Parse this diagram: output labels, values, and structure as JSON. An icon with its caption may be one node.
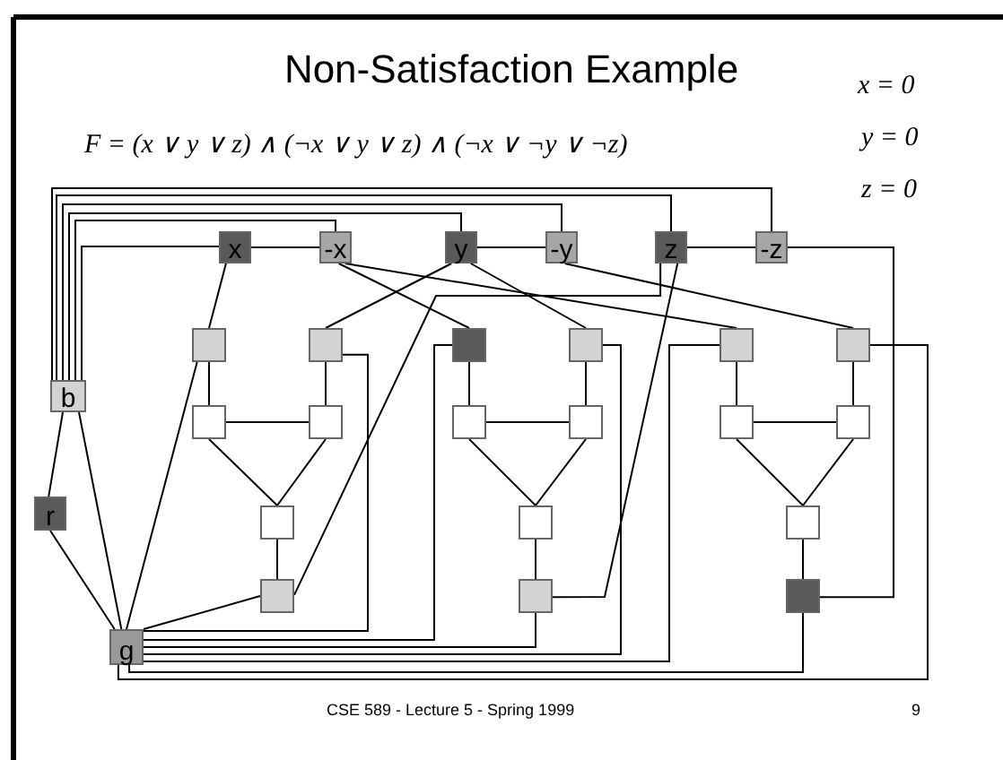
{
  "diagram": {
    "title": "Non-Satisfaction Example",
    "nodes": [
      {
        "text": [
          "x"
        ]
      },
      {
        "text": [
          "-x"
        ]
      },
      {
        "text": [
          "y"
        ]
      },
      {
        "text": [
          "-y"
        ]
      },
      {
        "text": [
          "z"
        ]
      },
      {
        "text": [
          "-z"
        ]
      },
      {
        "text": [],
        "shape": "box"
      },
      {
        "text": [],
        "shape": "box"
      },
      {
        "text": [],
        "shape": "box"
      },
      {
        "text": [],
        "shape": "box"
      },
      {
        "text": [],
        "shape": "box"
      },
      {
        "text": [],
        "shape": "box"
      },
      {
        "text": [
          "b"
        ]
      },
      {
        "text": [],
        "shape": "box"
      },
      {
        "text": [],
        "shape": "box"
      },
      {
        "text": [],
        "shape": "box"
      },
      {
        "text": [],
        "shape": "box"
      },
      {
        "text": [],
        "shape": "box"
      },
      {
        "text": [],
        "shape": "box"
      },
      {
        "text": [
          "r"
        ]
      },
      {
        "text": [],
        "shape": "box"
      },
      {
        "text": [],
        "shape": "box"
      },
      {
        "text": [],
        "shape": "box"
      },
      {
        "text": [],
        "shape": "box"
      },
      {
        "text": [],
        "shape": "box"
      },
      {
        "text": [],
        "shape": "box"
      },
      {
        "text": [
          "g"
        ]
      }
    ],
    "edges": [
      {
        "from": 0,
        "to": 1,
        "arrow": "none"
      },
      {
        "from": 2,
        "to": 3,
        "arrow": "none"
      },
      {
        "from": 4,
        "to": 5,
        "arrow": "none"
      },
      {
        "from": 12,
        "to": 0,
        "arrow": "none"
      },
      {
        "from": 12,
        "to": 1,
        "arrow": "none"
      },
      {
        "from": 12,
        "to": 2,
        "arrow": "none"
      },
      {
        "from": 12,
        "to": 3,
        "arrow": "none"
      },
      {
        "from": 12,
        "to": 4,
        "arrow": "none"
      },
      {
        "from": 12,
        "to": 5,
        "arrow": "none"
      },
      {
        "from": 0,
        "to": 6,
        "arrow": "none"
      },
      {
        "from": 2,
        "to": 7,
        "arrow": "none"
      },
      {
        "from": 1,
        "to": 8,
        "arrow": "none"
      },
      {
        "from": 2,
        "to": 9,
        "arrow": "none"
      },
      {
        "from": 1,
        "to": 10,
        "arrow": "none"
      },
      {
        "from": 3,
        "to": 11,
        "arrow": "none"
      },
      {
        "from": 4,
        "to": 23,
        "arrow": "none"
      },
      {
        "from": 4,
        "to": 24,
        "arrow": "none"
      },
      {
        "from": 5,
        "to": 25,
        "arrow": "none"
      },
      {
        "from": 6,
        "to": 13,
        "arrow": "none"
      },
      {
        "from": 7,
        "to": 14,
        "arrow": "none"
      },
      {
        "from": 13,
        "to": 14,
        "arrow": "none"
      },
      {
        "from": 13,
        "to": 20,
        "arrow": "none"
      },
      {
        "from": 14,
        "to": 20,
        "arrow": "none"
      },
      {
        "from": 8,
        "to": 15,
        "arrow": "none"
      },
      {
        "from": 9,
        "to": 16,
        "arrow": "none"
      },
      {
        "from": 15,
        "to": 16,
        "arrow": "none"
      },
      {
        "from": 15,
        "to": 21,
        "arrow": "none"
      },
      {
        "from": 16,
        "to": 21,
        "arrow": "none"
      },
      {
        "from": 10,
        "to": 17,
        "arrow": "none"
      },
      {
        "from": 11,
        "to": 18,
        "arrow": "none"
      },
      {
        "from": 17,
        "to": 18,
        "arrow": "none"
      },
      {
        "from": 17,
        "to": 22,
        "arrow": "none"
      },
      {
        "from": 18,
        "to": 22,
        "arrow": "none"
      },
      {
        "from": 20,
        "to": 23,
        "arrow": "none"
      },
      {
        "from": 21,
        "to": 24,
        "arrow": "none"
      },
      {
        "from": 22,
        "to": 25,
        "arrow": "none"
      },
      {
        "from": 26,
        "to": 6,
        "arrow": "none"
      },
      {
        "from": 26,
        "to": 7,
        "arrow": "none"
      },
      {
        "from": 26,
        "to": 8,
        "arrow": "none"
      },
      {
        "from": 26,
        "to": 9,
        "arrow": "none"
      },
      {
        "from": 26,
        "to": 10,
        "arrow": "none"
      },
      {
        "from": 26,
        "to": 11,
        "arrow": "none"
      },
      {
        "from": 26,
        "to": 23,
        "arrow": "none"
      },
      {
        "from": 26,
        "to": 24,
        "arrow": "none"
      },
      {
        "from": 26,
        "to": 25,
        "arrow": "none"
      },
      {
        "from": 12,
        "to": 19,
        "arrow": "none"
      },
      {
        "from": 19,
        "to": 26,
        "arrow": "none"
      },
      {
        "from": 12,
        "to": 26,
        "arrow": "none"
      }
    ],
    "labels": [
      "x = 0",
      "F = (x ∨ y ∨ z) ∧ (¬x ∨ y ∨ z) ∧ (¬x ∨ ¬y ∨ ¬z)",
      "y = 0",
      "z = 0",
      "CSE 589 - Lecture 5 - Spring 1999",
      "9"
    ]
  }
}
